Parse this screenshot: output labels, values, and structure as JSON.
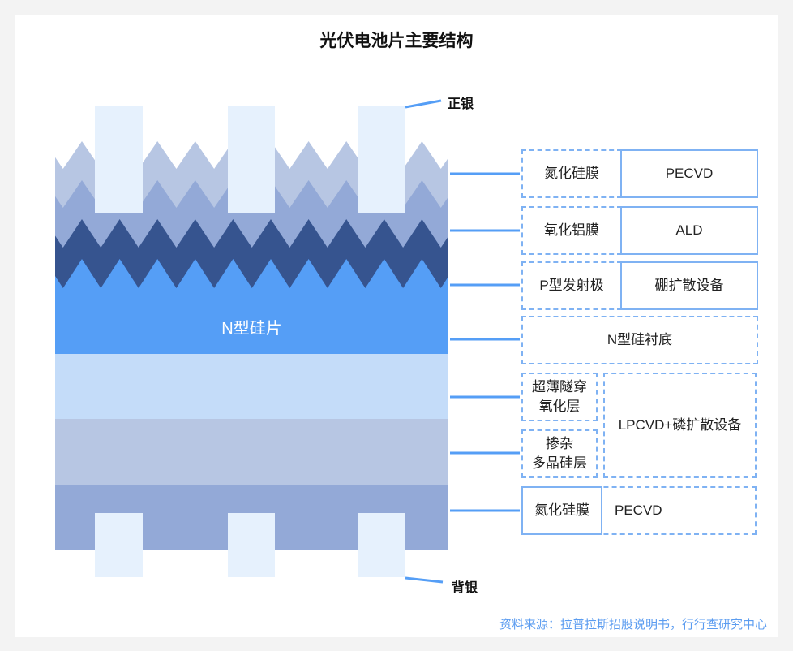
{
  "title": "光伏电池片主要结构",
  "labels": {
    "front_silver": "正银",
    "back_silver": "背银",
    "n_wafer": "N型硅片"
  },
  "boxes": {
    "r1_layer": "氮化硅膜",
    "r1_tool": "PECVD",
    "r2_layer": "氧化铝膜",
    "r2_tool": "ALD",
    "r3_layer": "P型发射极",
    "r3_tool": "硼扩散设备",
    "r4_layer": "N型硅衬底",
    "r5_layer_a": "超薄隧穿",
    "r5_layer_b": "氧化层",
    "r6_layer_a": "掺杂",
    "r6_layer_b": "多晶硅层",
    "r56_tool": "LPCVD+磷扩散设备",
    "r7_layer": "氮化硅膜",
    "r7_tool": "PECVD"
  },
  "source": "资料来源：拉普拉斯招股说明书，行行查研究中心",
  "colors": {
    "light": "#b7c6e3",
    "mid": "#93a9d7",
    "dark": "#36548f",
    "blue": "#559ef6",
    "pale": "#c4dcf9",
    "silver": "#e6f1fd",
    "line": "#559ef6"
  }
}
